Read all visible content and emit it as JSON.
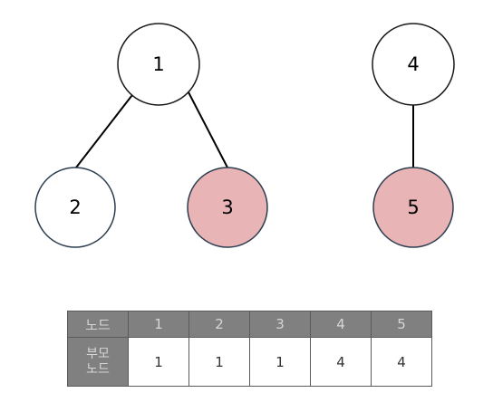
{
  "tree": {
    "nodes": [
      {
        "id": "1",
        "label": "1",
        "fill": "#ffffff",
        "stroke": "#1a1a1a"
      },
      {
        "id": "2",
        "label": "2",
        "fill": "#ffffff",
        "stroke": "#2c3e50"
      },
      {
        "id": "3",
        "label": "3",
        "fill": "#e8b4b6",
        "stroke": "#2c3e50"
      },
      {
        "id": "4",
        "label": "4",
        "fill": "#ffffff",
        "stroke": "#1a1a1a"
      },
      {
        "id": "5",
        "label": "5",
        "fill": "#e8b4b6",
        "stroke": "#2c3e50"
      }
    ],
    "edges": [
      {
        "from": "1",
        "to": "2"
      },
      {
        "from": "1",
        "to": "3"
      },
      {
        "from": "4",
        "to": "5"
      }
    ]
  },
  "table": {
    "node_header": "노드",
    "parent_header_line1": "부모",
    "parent_header_line2": "노드",
    "nodes": [
      "1",
      "2",
      "3",
      "4",
      "5"
    ],
    "parents": [
      "1",
      "1",
      "1",
      "4",
      "4"
    ],
    "header_bg": "#808080",
    "header_text": "#d6d6d6"
  }
}
